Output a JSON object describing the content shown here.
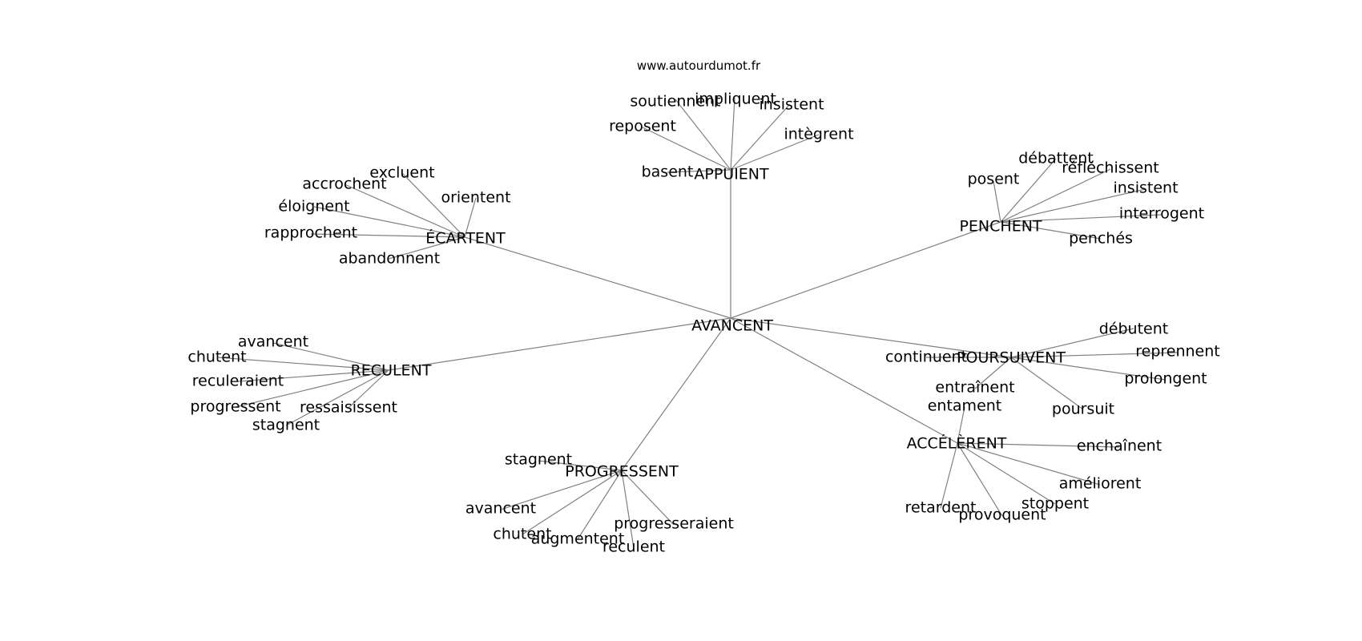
{
  "watermark": "www.autourdumot.fr",
  "colors": {
    "edge": "#808080",
    "text": "#000000",
    "background": "#ffffff"
  },
  "graph": {
    "center": "AVANCENT",
    "hubs": [
      {
        "id": "appuient",
        "label": "APPUIENT",
        "leaves": [
          "soutiennent",
          "impliquent",
          "insistent",
          "reposent",
          "intègrent",
          "basent"
        ]
      },
      {
        "id": "ecartent",
        "label": "ÉCARTENT",
        "leaves": [
          "excluent",
          "accrochent",
          "orientent",
          "éloignent",
          "rapprochent",
          "abandonnent"
        ]
      },
      {
        "id": "penchent",
        "label": "PENCHENT",
        "leaves": [
          "débattent",
          "réfléchissent",
          "posent",
          "insistent",
          "interrogent",
          "penchés"
        ]
      },
      {
        "id": "reculent",
        "label": "RECULENT",
        "leaves": [
          "avancent",
          "chutent",
          "reculeraient",
          "progressent",
          "ressaisissent",
          "stagnent"
        ]
      },
      {
        "id": "poursuivent",
        "label": "POURSUIVENT",
        "leaves": [
          "débutent",
          "continuent",
          "reprennent",
          "prolongent",
          "entraînent",
          "poursuit"
        ]
      },
      {
        "id": "accelerent",
        "label": "ACCÉLÈRENT",
        "leaves": [
          "entament",
          "enchaînent",
          "améliorent",
          "stoppent",
          "retardent",
          "provoquent"
        ]
      },
      {
        "id": "progressent",
        "label": "PROGRESSENT",
        "leaves": [
          "stagnent",
          "avancent",
          "chutent",
          "augmentent",
          "progresseraient",
          "reculent"
        ]
      }
    ]
  }
}
